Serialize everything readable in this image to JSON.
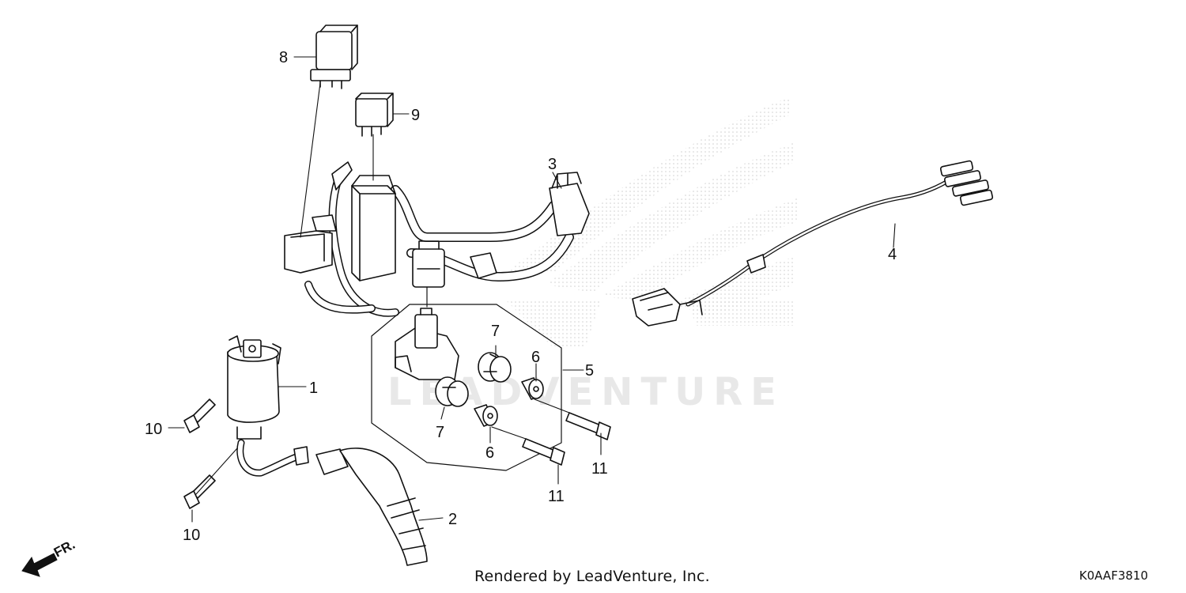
{
  "watermark": "LEADVENTURE",
  "direction_label": "FR.",
  "callouts": {
    "p1": "1",
    "p2": "2",
    "p3": "3",
    "p4": "4",
    "p5": "5",
    "p6a": "6",
    "p6b": "6",
    "p7a": "7",
    "p7b": "7",
    "p8": "8",
    "p9": "9",
    "p10a": "10",
    "p10b": "10",
    "p11a": "11",
    "p11b": "11"
  },
  "footer": {
    "credit": "Rendered by LeadVenture, Inc.",
    "diagram_code": "K0AAF3810"
  },
  "colors": {
    "line": "#111111",
    "watermark": "#e6e6e6"
  }
}
